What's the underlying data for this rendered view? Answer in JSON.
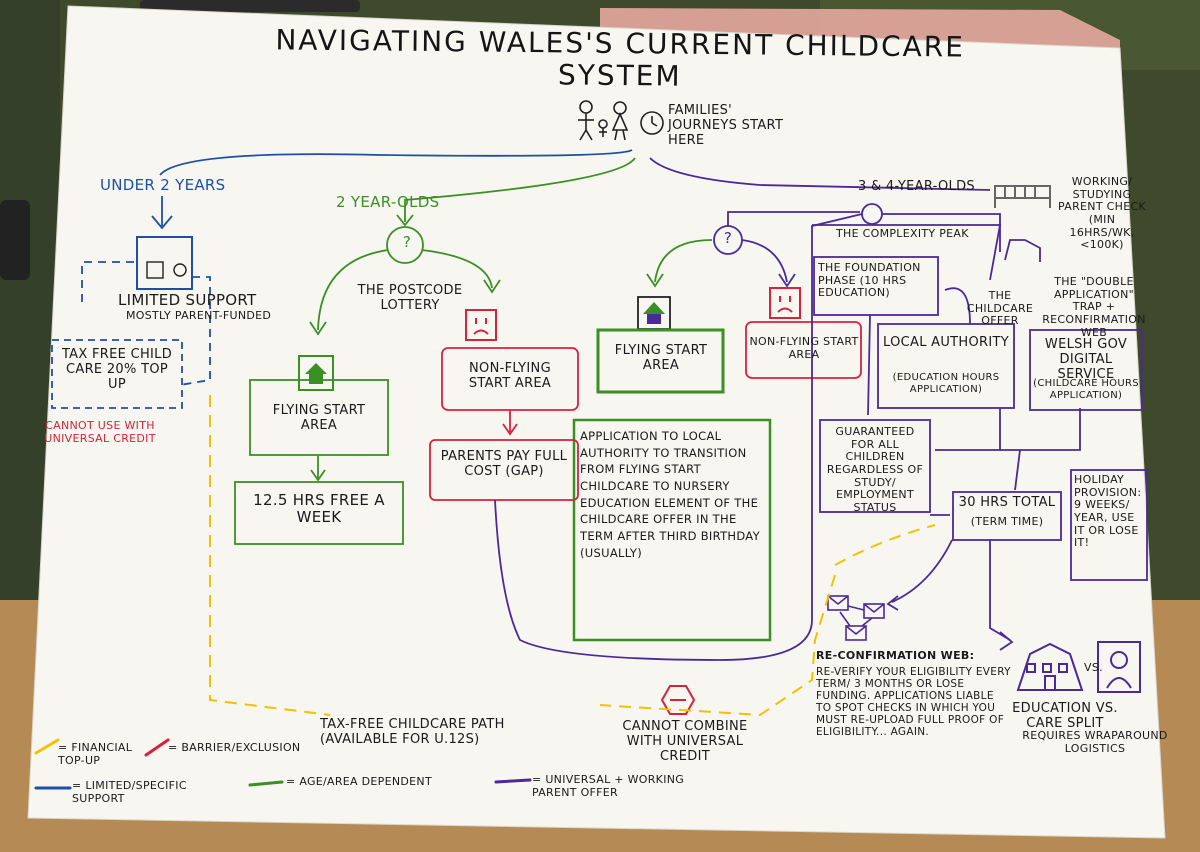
{
  "title": "NAVIGATING WALES'S CURRENT CHILDCARE SYSTEM",
  "start": "FAMILIES' JOURNEYS START HERE",
  "under2": {
    "label": "UNDER 2 YEARS",
    "support_title": "LIMITED SUPPORT",
    "support_sub": "MOSTLY PARENT-FUNDED",
    "tax_free": "TAX FREE CHILD CARE 20% TOP UP",
    "uc_note": "CANNOT USE WITH UNIVERSAL CREDIT"
  },
  "two_year": {
    "label": "2 YEAR-OLDS",
    "lottery": "THE POSTCODE LOTTERY",
    "flying_start": "FLYING START AREA",
    "free_hours": "12.5 HRS FREE A WEEK",
    "non_flying": "NON-FLYING START AREA",
    "full_cost": "PARENTS PAY FULL COST (GAP)"
  },
  "three_four": {
    "label": "3 & 4-YEAR-OLDS",
    "flying_start": "FLYING START AREA",
    "non_flying": "NON-FLYING START AREA",
    "application": "APPLICATION TO LOCAL AUTHORITY TO TRANSITION FROM FLYING START CHILDCARE TO NURSERY EDUCATION ELEMENT OF THE CHILDCARE OFFER IN THE TERM AFTER THIRD BIRTHDAY (USUALLY)",
    "complexity": "THE COMPLEXITY PEAK",
    "foundation": "THE FOUNDATION PHASE (10 HRS EDUCATION)",
    "childcare_offer": "THE CHILDCARE OFFER",
    "double_app": "THE \"DOUBLE APPLICATION\" TRAP + RECONFIRMATION WEB",
    "working_check": "WORKING/ STUDYING PARENT CHECK (MIN 16HRS/WK, <100K)",
    "local_authority": "LOCAL AUTHORITY",
    "la_sub": "(EDUCATION HOURS APPLICATION)",
    "welsh_gov": "WELSH GOV DIGITAL SERVICE",
    "wg_sub": "(CHILDCARE HOURS APPLICATION)",
    "guaranteed": "GUARANTEED FOR ALL CHILDREN REGARDLESS OF STUDY/ EMPLOYMENT STATUS",
    "total": "30 HRS TOTAL",
    "term_time": "(TERM TIME)",
    "holiday": "HOLIDAY PROVISION: 9 WEEKS/ YEAR, USE IT OR LOSE IT!",
    "reconfirm_title": "RE-CONFIRMATION WEB:",
    "reconfirm_body": "RE-VERIFY YOUR ELIGIBILITY EVERY TERM/ 3 MONTHS OR LOSE FUNDING. APPLICATIONS LIABLE TO SPOT CHECKS IN WHICH YOU MUST RE-UPLOAD FULL PROOF OF ELIGIBILITY... AGAIN.",
    "split_title": "EDUCATION VS. CARE SPLIT",
    "split_sub": "REQUIRES WRAPAROUND LOGISTICS",
    "vs": "VS."
  },
  "tax_path": "TAX-FREE CHILDCARE PATH (AVAILABLE FOR U.12s)",
  "no_uc": "CANNOT COMBINE WITH UNIVERSAL CREDIT",
  "legend": [
    {
      "label": "= FINANCIAL TOP-UP",
      "color": "#f2c200"
    },
    {
      "label": "= BARRIER/EXCLUSION",
      "color": "#d4233b"
    },
    {
      "label": "= LIMITED/SPECIFIC SUPPORT",
      "color": "#1e4fa8"
    },
    {
      "label": "= AGE/AREA DEPENDENT",
      "color": "#3b8f25"
    },
    {
      "label": "= UNIVERSAL + WORKING PARENT OFFER",
      "color": "#4a2a98"
    }
  ],
  "colors": {
    "yellow": "#f2c200",
    "red": "#d4233b",
    "blue": "#1e4fa8",
    "green": "#3b8f25",
    "purple": "#4a2a98",
    "paper": "#f7f6f1"
  }
}
